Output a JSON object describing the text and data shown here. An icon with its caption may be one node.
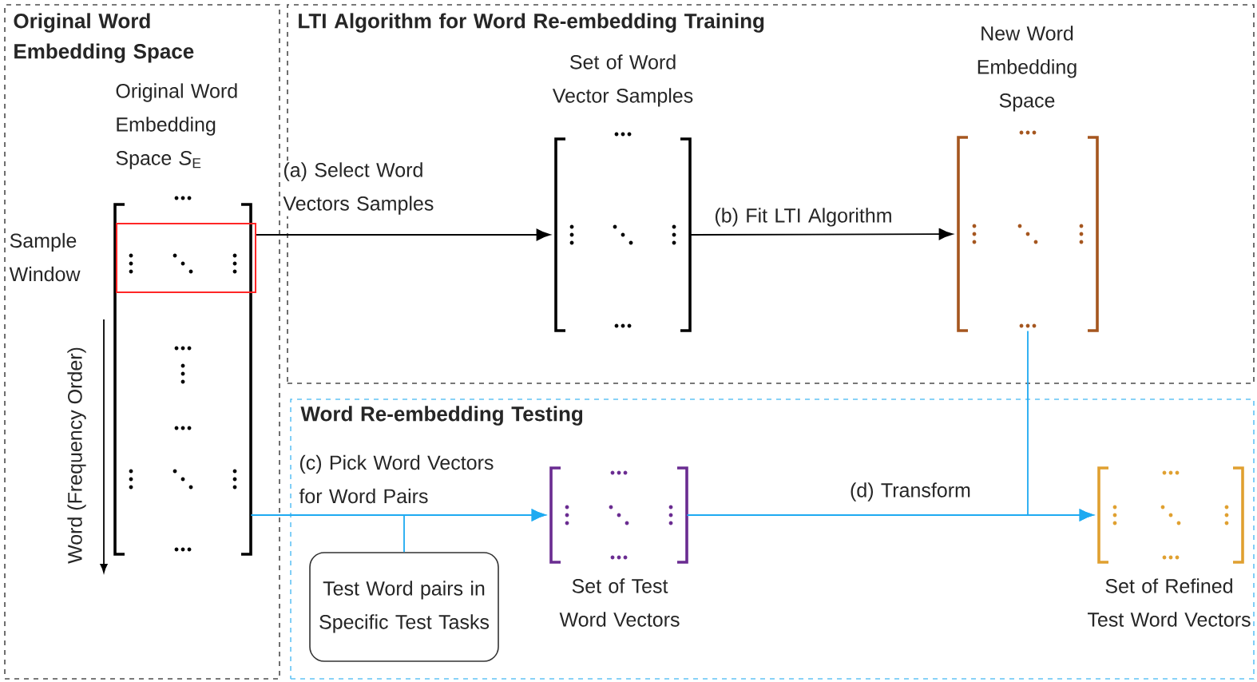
{
  "diagram": {
    "nodes": [
      {
        "text": [
          "Original Word Embedding Space"
        ]
      },
      {
        "text": [
          "LTI Algorithm for Word Re-embedding Training"
        ]
      },
      {
        "text": [
          "Word Re-embedding Testing"
        ]
      },
      {
        "text": [
          "Original Word Embedding Space *S*$_{E}$"
        ],
        "in": 0
      },
      {
        "text": [
          "Sample Window"
        ],
        "in": 3
      },
      {
        "text": [
          "Set of Word Vector Samples"
        ],
        "in": 1
      },
      {
        "text": [
          "New Word Embedding Space"
        ],
        "in": 1
      },
      {
        "text": [
          "Set of Test Word Vectors"
        ],
        "in": 2
      },
      {
        "text": [
          "Test Word pairs in Specific Test Tasks"
        ],
        "in": 2
      },
      {
        "text": [
          "Set of Refined Test Word Vectors"
        ],
        "in": 2
      }
    ],
    "edges": [
      {
        "from": 4,
        "to": 5,
        "arrow": "to",
        "label": "(a) Select Word Vectors Samples",
        "color": "#000000"
      },
      {
        "from": 5,
        "to": 6,
        "arrow": "to",
        "label": "(b) Fit LTI Algorithm",
        "color": "#000000"
      },
      {
        "from": 3,
        "to": 7,
        "arrow": "to",
        "label": "(c) Pick Word Vectors for Word Pairs"
      },
      {
        "from": 8,
        "to": 7,
        "arrow": "to"
      },
      {
        "from": 7,
        "to": 9,
        "arrow": "to",
        "label": "(d) Transform"
      },
      {
        "from": 6,
        "to": 9,
        "arrow": "to"
      }
    ],
    "labels": [
      "Word (Frequency Order)"
    ]
  }
}
